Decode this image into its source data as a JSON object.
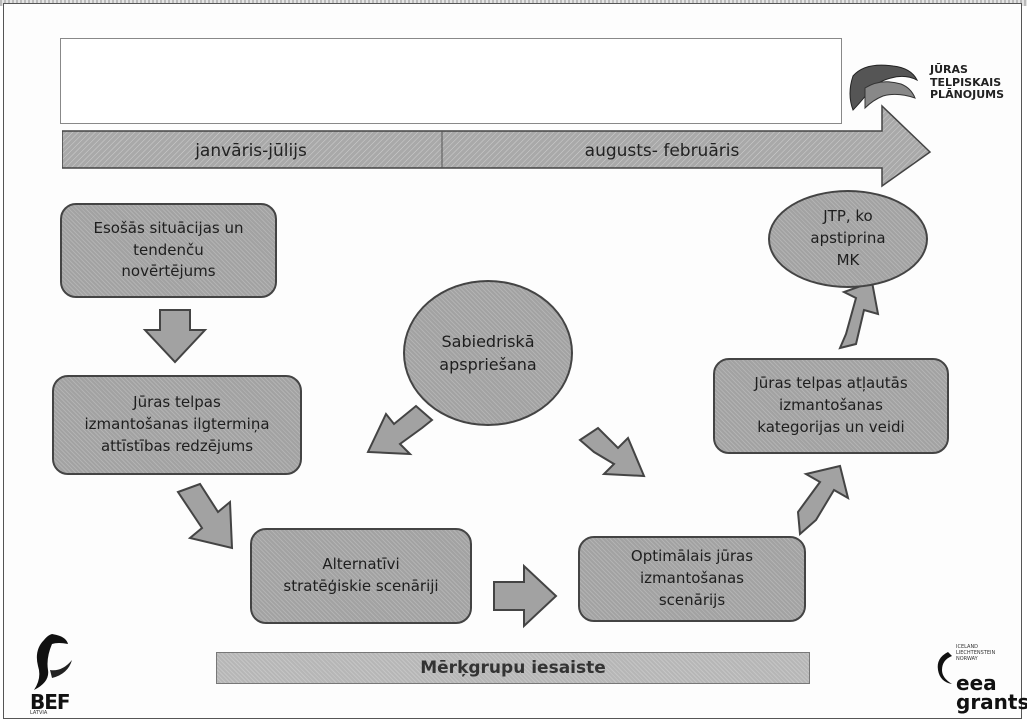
{
  "slide": {
    "title": "",
    "timeline": {
      "period_1": "janvāris-jūlijs",
      "period_2": "augusts- februāris"
    },
    "nodes": {
      "existing_situation": "Esošās situācijas un\ntendenču\nnovērtējums",
      "long_term_vision": "Jūras telpas\nizmantošanas ilgtermiņa\nattīstības redzējums",
      "alternative_scenarios": "Alternatīvi\nstratēģiskie scenāriji",
      "optimal_scenario": "Optimālais jūras\nizmantošanas\nscenārijs",
      "permitted_use_categories": "Jūras telpas atļautās\nizmantošanas\nkategorijas un veidi",
      "approved_msp": "JTP, ko\napstiprina\nMK",
      "public_consultation": "Sabiedriskā\napspriešana"
    },
    "footer_bar": "Mērķgrupu iesaiste"
  },
  "logos": {
    "jtp_logo_text": "JŪRAS\nTELPISKAIS\nPLĀNOJUMS",
    "bef_text": "BEF",
    "bef_sub": "LATVIA",
    "eea_text": "eea\ngrants",
    "eea_sub": "ICELAND\nLIECHTENSTEIN\nNORWAY"
  },
  "colors": {
    "box_fill": "#a2a2a2",
    "box_border": "#444444",
    "text": "#1e1e1e"
  }
}
